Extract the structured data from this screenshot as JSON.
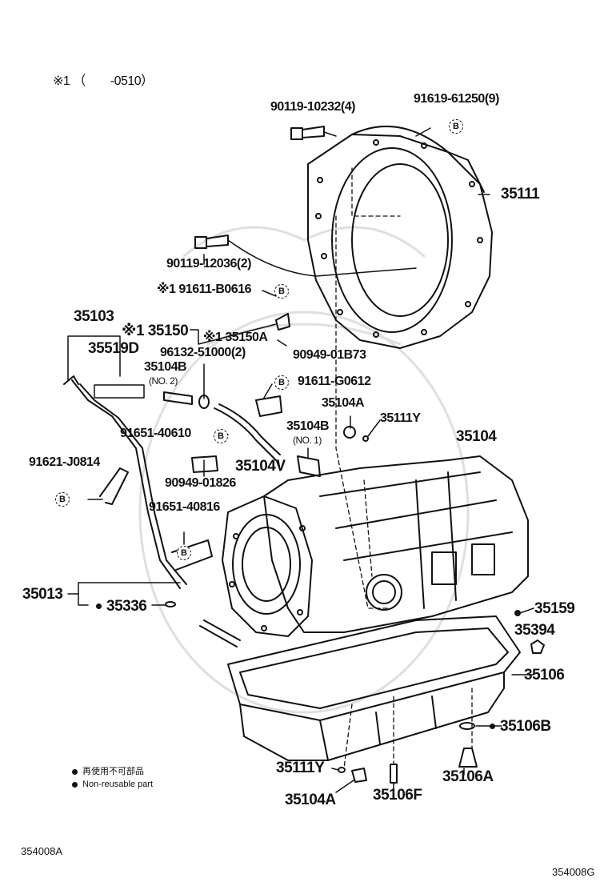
{
  "note": "※1 （　　-0510）",
  "marker_letter": "B",
  "labels": {
    "p90119_10232": "90119-10232(4)",
    "p91619_61250": "91619-61250(9)",
    "p35111": "35111",
    "p90119_12036": "90119-12036(2)",
    "p91611_B0616": "※1 91611-B0616",
    "p35103": "35103",
    "p35150": "※1 35150",
    "p35150A": "※1 35150A",
    "p35519D": "35519D",
    "p96132_51000": "96132-51000(2)",
    "p90949_01B73": "90949-01B73",
    "p35104B": "35104B",
    "no2": "(NO. 2)",
    "no1": "(NO. 1)",
    "p91611_G0612": "91611-G0612",
    "p35104A": "35104A",
    "p35111Y": "35111Y",
    "p35104": "35104",
    "p91651_40610": "91651-40610",
    "p91621_J0814": "91621-J0814",
    "p35104V": "35104V",
    "p90949_01826": "90949-01826",
    "p91651_40816": "91651-40816",
    "p35013": "35013",
    "p35336": "35336",
    "p35159": "35159",
    "p35394": "35394",
    "p35106": "35106",
    "p35106B": "35106B",
    "p35106A": "35106A",
    "p35106F": "35106F"
  },
  "legend": {
    "jp": "再使用不可部品",
    "en": "Non-reusable part"
  },
  "codes": {
    "left": "354008A",
    "right": "354008G"
  }
}
